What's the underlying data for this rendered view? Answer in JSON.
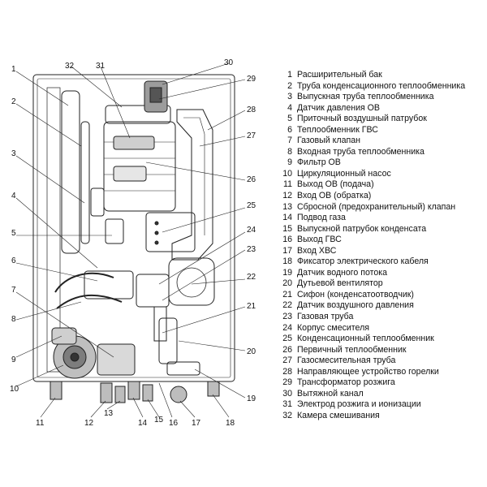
{
  "legend": [
    {
      "n": "1",
      "text": "Расширительный бак"
    },
    {
      "n": "2",
      "text": "Труба конденсационного теплообменника"
    },
    {
      "n": "3",
      "text": "Выпускная труба теплообменника"
    },
    {
      "n": "4",
      "text": "Датчик давления ОВ"
    },
    {
      "n": "5",
      "text": "Приточный воздушный патрубок"
    },
    {
      "n": "6",
      "text": "Теплообменник ГВС"
    },
    {
      "n": "7",
      "text": "Газовый клапан"
    },
    {
      "n": "8",
      "text": "Входная труба теплообменника"
    },
    {
      "n": "9",
      "text": "Фильтр ОВ"
    },
    {
      "n": "10",
      "text": "Циркуляционный насос"
    },
    {
      "n": "11",
      "text": "Выход ОВ (подача)"
    },
    {
      "n": "12",
      "text": "Вход ОВ (обратка)"
    },
    {
      "n": "13",
      "text": "Сбросной (предохранительный)  клапан"
    },
    {
      "n": "14",
      "text": "Подвод газа"
    },
    {
      "n": "15",
      "text": "Выпускной патрубок конденсата"
    },
    {
      "n": "16",
      "text": "Выход ГВС"
    },
    {
      "n": "17",
      "text": "Вход ХВС"
    },
    {
      "n": "18",
      "text": "Фиксатор электрического кабеля"
    },
    {
      "n": "19",
      "text": "Датчик водного потока"
    },
    {
      "n": "20",
      "text": "Дутьевой вентилятор"
    },
    {
      "n": "21",
      "text": "Сифон (конденсатоотводчик)"
    },
    {
      "n": "22",
      "text": "Датчик воздушного давления"
    },
    {
      "n": "23",
      "text": "Газовая труба"
    },
    {
      "n": "24",
      "text": "Корпус смесителя"
    },
    {
      "n": "25",
      "text": "Конденсационный теплообменник"
    },
    {
      "n": "26",
      "text": "Первичный теплообменник"
    },
    {
      "n": "27",
      "text": "Газосмесительная труба"
    },
    {
      "n": "28",
      "text": "Направляющее устройство горелки"
    },
    {
      "n": "29",
      "text": "Трансформатор розжига"
    },
    {
      "n": "30",
      "text": "Вытяжной канал"
    },
    {
      "n": "31",
      "text": "Электрод розжига и ионизации"
    },
    {
      "n": "32",
      "text": "Камера смешивания"
    }
  ],
  "callouts": {
    "c1": "1",
    "c2": "2",
    "c3": "3",
    "c4": "4",
    "c5": "5",
    "c6": "6",
    "c7": "7",
    "c8": "8",
    "c9": "9",
    "c10": "10",
    "c11": "11",
    "c12": "12",
    "c13": "13",
    "c14": "14",
    "c15": "15",
    "c16": "16",
    "c17": "17",
    "c18": "18",
    "c19": "19",
    "c20": "20",
    "c21": "21",
    "c22": "22",
    "c23": "23",
    "c24": "24",
    "c25": "25",
    "c26": "26",
    "c27": "27",
    "c28": "28",
    "c29": "29",
    "c30": "30",
    "c31": "31",
    "c32": "32"
  }
}
